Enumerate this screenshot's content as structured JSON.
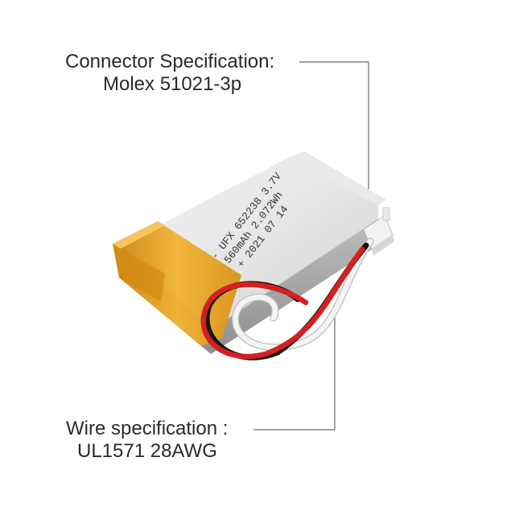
{
  "callouts": {
    "connector": {
      "title": "Connector Specification:",
      "value": "Molex 51021-3p"
    },
    "wire": {
      "title": "Wire specification :",
      "value": "UL1571 28AWG"
    }
  },
  "battery_print": {
    "line1": "- UFX 652238 3.7V",
    "line2": "560mAh 2.072Wh",
    "line3": "+ 2021 07 14"
  },
  "colors": {
    "background": "#ffffff",
    "callout_line": "#6b6b6b",
    "cell_body": "#dcdcdc",
    "kapton_tape": "#e8a21a",
    "wire_red": "#d42020",
    "wire_black": "#151515",
    "wire_white": "#f4f4f4"
  }
}
